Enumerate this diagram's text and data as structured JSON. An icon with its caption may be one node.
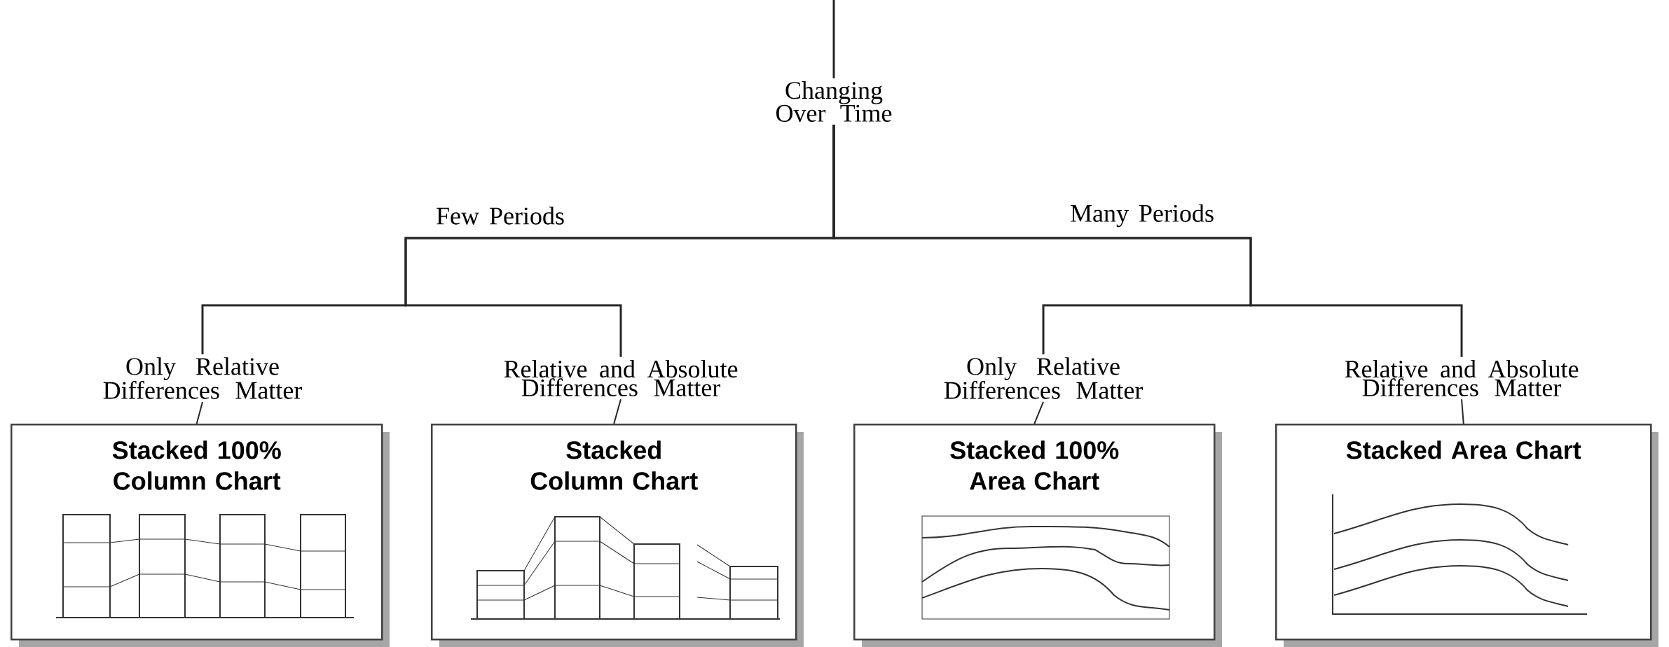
{
  "diagram": {
    "nodes": [
      {
        "text": [
          "Changing Over Time"
        ]
      },
      {
        "text": [
          "Only Relative Differences Matter"
        ]
      },
      {
        "text": [
          "Stacked 100% Column Chart"
        ]
      },
      {
        "text": [
          "Relative and Absolute Differences Matter"
        ]
      },
      {
        "text": [
          "Stacked Column Chart"
        ]
      },
      {
        "text": [
          "Only Relative Differences Matter"
        ]
      },
      {
        "text": [
          "Stacked 100% Area Chart"
        ]
      },
      {
        "text": [
          "Relative and Absolute Differences Matter"
        ]
      },
      {
        "text": [
          "Stacked Area Chart"
        ]
      }
    ],
    "edges": [
      {
        "from": null,
        "to": 0,
        "arrow": "none"
      },
      {
        "from": 0,
        "to": 1,
        "arrow": "none",
        "label": "Few Periods"
      },
      {
        "from": 0,
        "to": 3,
        "arrow": "none"
      },
      {
        "from": 0,
        "to": 5,
        "arrow": "none",
        "label": "Many Periods"
      },
      {
        "from": 0,
        "to": 7,
        "arrow": "none"
      },
      {
        "from": 1,
        "to": 2,
        "arrow": "none"
      },
      {
        "from": 3,
        "to": 4,
        "arrow": "none"
      },
      {
        "from": 5,
        "to": 6,
        "arrow": "none"
      },
      {
        "from": 7,
        "to": 8,
        "arrow": "none"
      }
    ]
  }
}
